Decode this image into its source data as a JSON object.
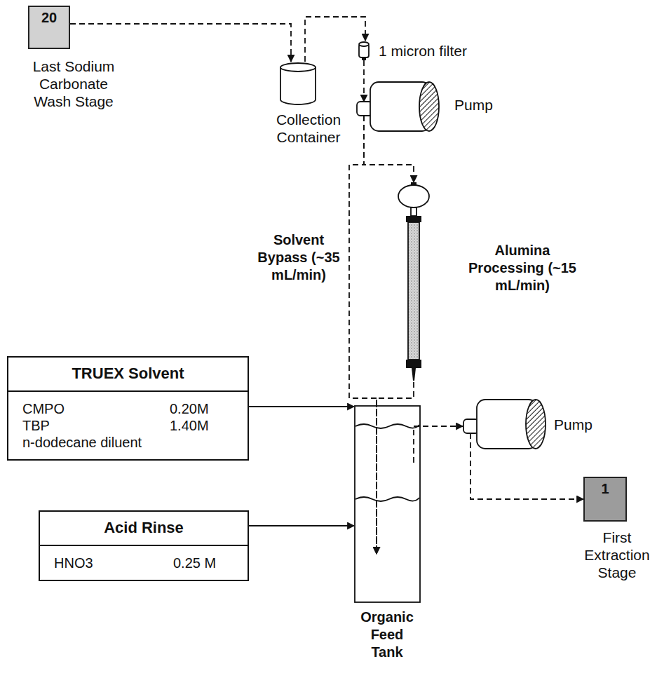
{
  "diagram": {
    "nodes": [
      {
        "text": [
          "20",
          "Last Sodium Carbonate Wash Stage"
        ]
      },
      {
        "text": [
          "Collection Container"
        ]
      },
      {
        "text": [
          "1 micron filter"
        ]
      },
      {
        "text": [
          "Pump"
        ]
      },
      {
        "text": [
          "Alumina Processing (~15 mL/min)"
        ]
      },
      {
        "text": [
          "TRUEX Solvent",
          "CMPO",
          "0.20M",
          "TBP",
          "1.40M",
          "n-dodecane diluent"
        ]
      },
      {
        "text": [
          "Acid Rinse",
          "HNO3",
          "0.25 M"
        ]
      },
      {
        "text": [
          "Organic Feed Tank"
        ]
      },
      {
        "text": [
          "Pump"
        ]
      },
      {
        "text": [
          "1",
          "First Extraction Stage"
        ]
      }
    ],
    "edges": [
      {
        "from": 0,
        "to": 1,
        "arrow": "to"
      },
      {
        "from": 1,
        "to": 2,
        "arrow": "to"
      },
      {
        "from": 2,
        "to": 3,
        "arrow": "to"
      },
      {
        "from": 3,
        "to": 7,
        "label": "Solvent Bypass (~35 mL/min)",
        "arrow": "to"
      },
      {
        "from": 3,
        "to": 4,
        "arrow": "to"
      },
      {
        "from": 4,
        "to": 7,
        "arrow": "to"
      },
      {
        "from": 5,
        "to": 7,
        "arrow": "to"
      },
      {
        "from": 6,
        "to": 7,
        "arrow": "to"
      },
      {
        "from": 7,
        "to": 8,
        "arrow": "to"
      },
      {
        "from": 8,
        "to": 9,
        "arrow": "to"
      }
    ]
  }
}
